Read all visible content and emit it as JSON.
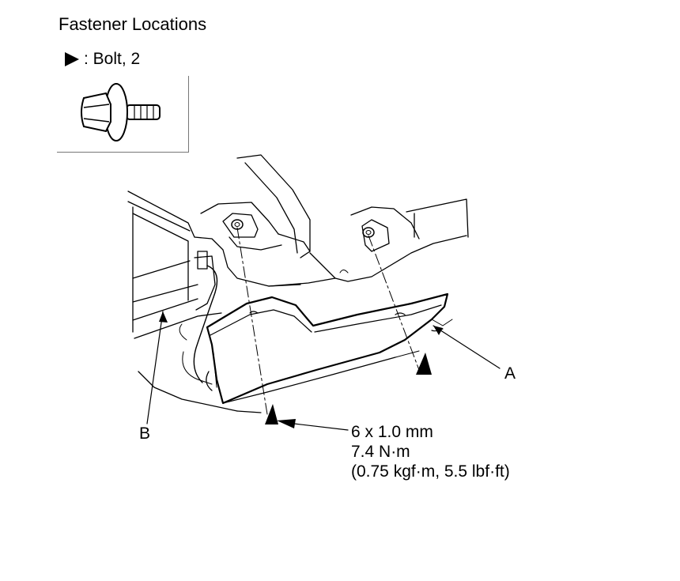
{
  "title": "Fastener Locations",
  "legend": {
    "icon": "bolt-triangle-icon",
    "text": ": Bolt, 2"
  },
  "callouts": {
    "a": "A",
    "b": "B"
  },
  "spec": {
    "size": "6 x 1.0 mm",
    "torque": "7.4 N·m",
    "alt": "(0.75 kgf·m, 5.5 lbf·ft)"
  },
  "colors": {
    "line": "#000000",
    "faint": "#555555",
    "shade": "#e0e0e0"
  }
}
